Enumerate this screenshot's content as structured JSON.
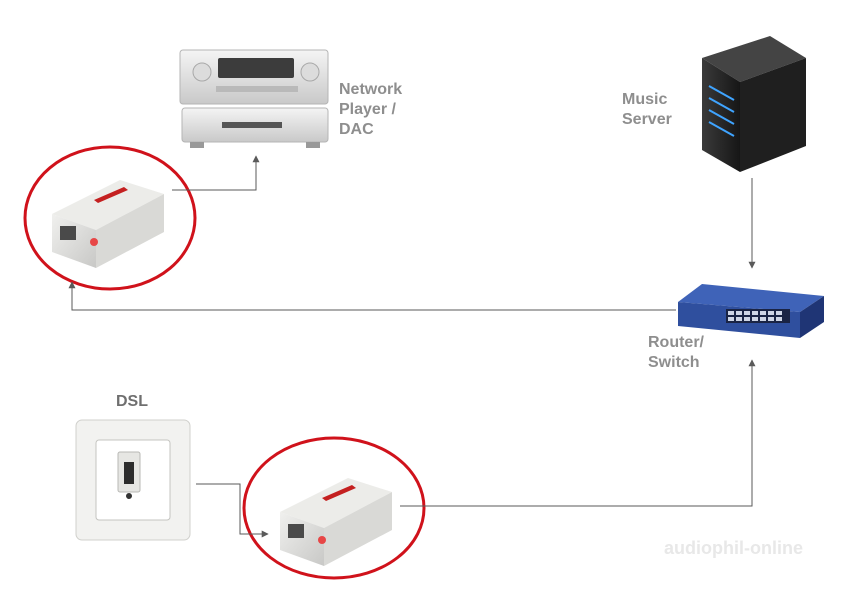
{
  "labels": {
    "network_player": "Network\nPlayer /\nDAC",
    "music_server": "Music\nServer",
    "router_switch": "Router/\nSwitch",
    "dsl": "DSL"
  },
  "watermark": "audiophil-online",
  "colors": {
    "label": "#8e8e8e",
    "highlight_circle": "#d0121b",
    "connector_line": "#5a5a5a",
    "switch_body": "#2f4f9e",
    "server_body": "#2b2b2b",
    "server_led": "#3fa4ff"
  }
}
